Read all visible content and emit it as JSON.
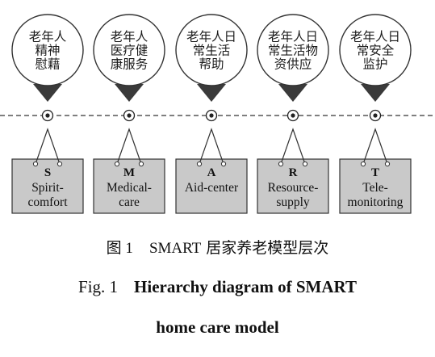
{
  "nodes": [
    {
      "pin_lines": [
        "老年人",
        "精神",
        "慰藉"
      ],
      "letter": "S",
      "label_lines": [
        "Spirit-",
        "comfort"
      ]
    },
    {
      "pin_lines": [
        "老年人",
        "医疗健",
        "康服务"
      ],
      "letter": "M",
      "label_lines": [
        "Medical-",
        "care"
      ]
    },
    {
      "pin_lines": [
        "老年人日",
        "常生活",
        "帮助"
      ],
      "letter": "A",
      "label_lines": [
        "Aid-center"
      ]
    },
    {
      "pin_lines": [
        "老年人日",
        "常生活物",
        "资供应"
      ],
      "letter": "R",
      "label_lines": [
        "Resource-",
        "supply"
      ]
    },
    {
      "pin_lines": [
        "老年人日",
        "常安全",
        "监护"
      ],
      "letter": "T",
      "label_lines": [
        "Tele-",
        "monitoring"
      ]
    }
  ],
  "caption_zh": {
    "figure": "图 1",
    "smart": "SMART",
    "title": " 居家养老模型层次"
  },
  "caption_en": {
    "figure": "Fig. 1",
    "line1": "Hierarchy diagram of SMART",
    "line2": "home care model"
  },
  "colors": {
    "box_fill": "#c9c9c9",
    "line": "#333333",
    "pin_tip": "#3a3a3a"
  }
}
